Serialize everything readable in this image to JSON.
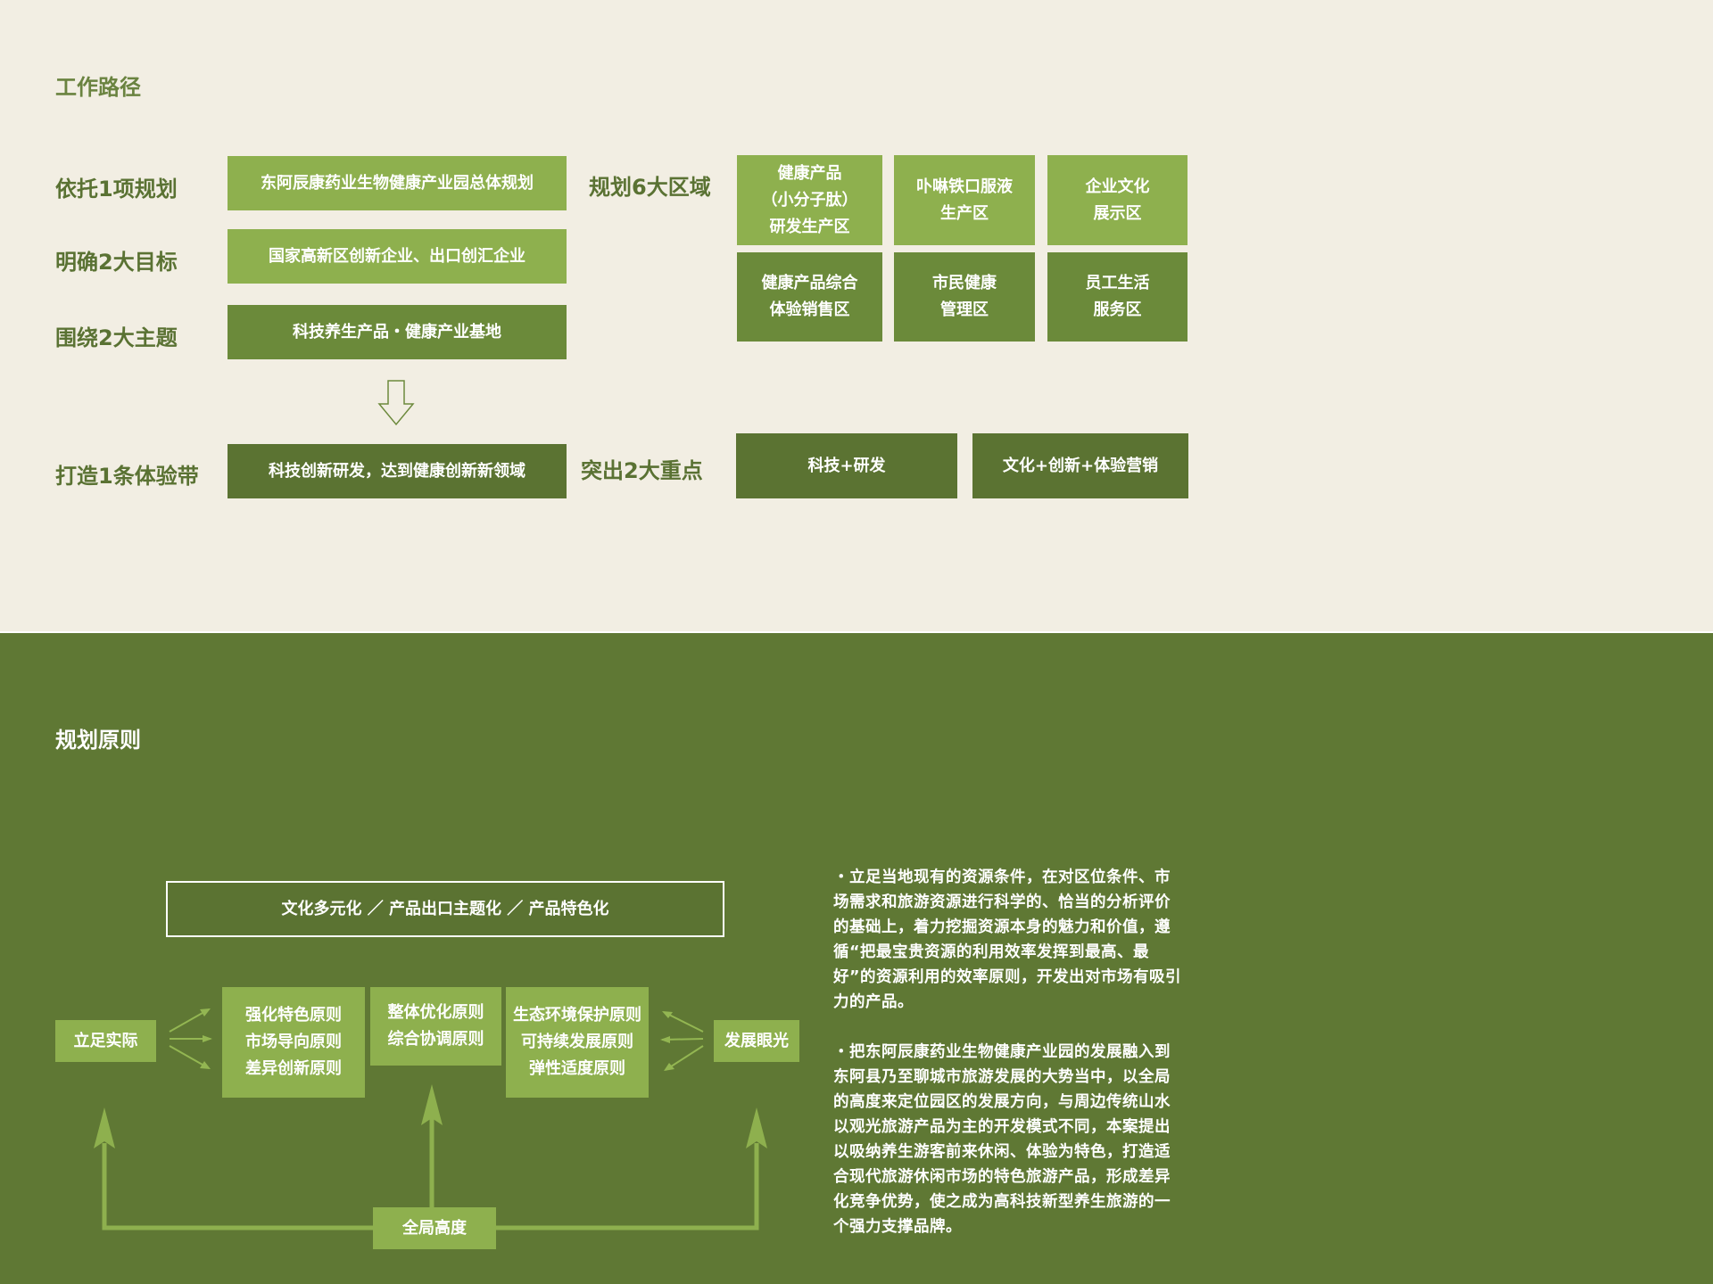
{
  "section1": {
    "title": "工作路径",
    "rows": [
      {
        "label": "依托1项规划",
        "box": "东阿辰康药业生物健康产业园总体规划"
      },
      {
        "label": "明确2大目标",
        "box": "国家高新区创新企业、出口创汇企业"
      },
      {
        "label": "围绕2大主题",
        "box": "科技养生产品・健康产业基地"
      },
      {
        "label": "打造1条体验带",
        "box": "科技创新研发，达到健康创新新领域"
      }
    ],
    "regions_label": "规划6大区域",
    "regions": [
      "健康产品\n（小分子肽）\n研发生产区",
      "卟啉铁口服液\n生产区",
      "企业文化\n展示区",
      "健康产品综合\n体验销售区",
      "市民健康\n管理区",
      "员工生活\n服务区"
    ],
    "focus_label": "突出2大重点",
    "focus": [
      "科技+研发",
      "文化+创新+体验营销"
    ],
    "arrow_icon": "down-arrow-icon"
  },
  "section2": {
    "title": "规划原则",
    "header_box": "文化多元化 ／ 产品出口主题化 ／ 产品特色化",
    "left_node": "立足实际",
    "right_node": "发展眼光",
    "bottom_node": "全局高度",
    "groups": [
      "强化特色原则\n市场导向原则\n差异创新原则",
      "整体优化原则\n综合协调原则",
      "生态环境保护原则\n可持续发展原则\n弹性适度原则"
    ],
    "paragraphs": [
      "・立足当地现有的资源条件，在对区位条件、市场需求和旅游资源进行科学的、恰当的分析评价的基础上，着力挖掘资源本身的魅力和价值，遵循“把最宝贵资源的利用效率发挥到最高、最好”的资源利用的效率原则，开发出对市场有吸引力的产品。",
      "・把东阿辰康药业生物健康产业园的发展融入到东阿县乃至聊城市旅游发展的大势当中，以全局的高度来定位园区的发展方向，与周边传统山水以观光旅游产品为主的开发模式不同，本案提出以吸纳养生游客前来休闲、体验为特色，打造适合现代旅游休闲市场的特色旅游产品，形成差异化竞争优势，使之成为高科技新型养生旅游的一个强力支撑品牌。"
    ]
  },
  "colors": {
    "top_bg": "#f2eee3",
    "bottom_bg": "#5f7834",
    "light_green": "#8eb04e",
    "mid_green": "#6b8a3a",
    "dark_green": "#5b7332",
    "label_green": "#5a7233"
  }
}
